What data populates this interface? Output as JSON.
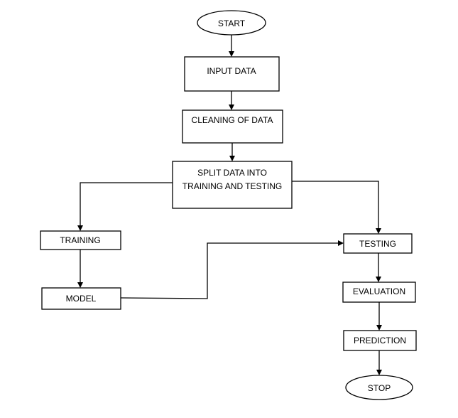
{
  "diagram": {
    "nodes": {
      "start": {
        "lines": [
          "START"
        ]
      },
      "input_data": {
        "lines": [
          "INPUT DATA"
        ]
      },
      "cleaning": {
        "lines": [
          "CLEANING OF DATA"
        ]
      },
      "split": {
        "lines": [
          "SPLIT DATA INTO",
          "TRAINING AND TESTING"
        ]
      },
      "training": {
        "lines": [
          "TRAINING"
        ]
      },
      "model": {
        "lines": [
          "MODEL"
        ]
      },
      "testing": {
        "lines": [
          "TESTING"
        ]
      },
      "evaluation": {
        "lines": [
          "EVALUATION"
        ]
      },
      "prediction": {
        "lines": [
          "PREDICTION"
        ]
      },
      "stop": {
        "lines": [
          "STOP"
        ]
      }
    }
  }
}
